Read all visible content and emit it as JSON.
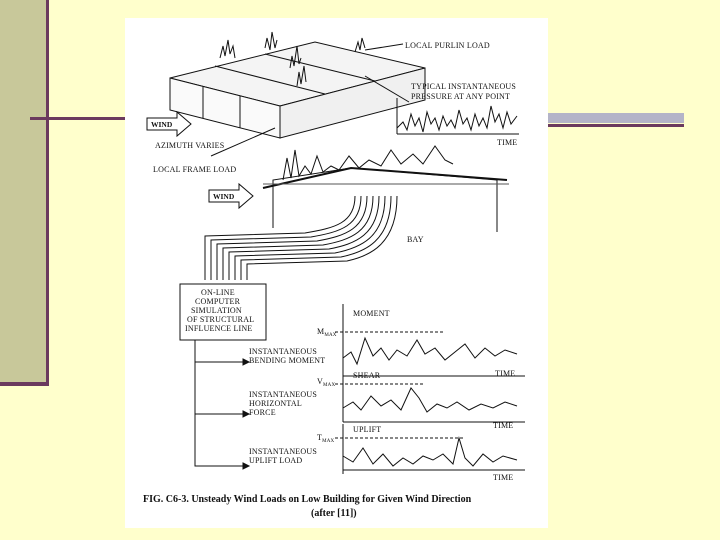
{
  "labels": {
    "local_purlin_load": "LOCAL PURLIN LOAD",
    "typical_pressure_1": "TYPICAL INSTANTANEOUS",
    "typical_pressure_2": "PRESSURE AT ANY POINT",
    "time_top": "TIME",
    "wind_1": "WIND",
    "azimuth": "AZIMUTH VARIES",
    "local_frame_load": "LOCAL FRAME LOAD",
    "wind_2": "WIND",
    "bay": "BAY",
    "computer_1": "ON-LINE",
    "computer_2": "COMPUTER",
    "computer_3": "SIMULATION",
    "computer_4": "OF STRUCTURAL",
    "computer_5": "INFLUENCE LINE",
    "moment": "MOMENT",
    "m_max": "M",
    "m_max_sub": "MAX",
    "bending_1": "INSTANTANEOUS",
    "bending_2": "BENDING MOMENT",
    "time_1": "TIME",
    "shear": "SHEAR",
    "v_max": "V",
    "v_max_sub": "MAX",
    "horizontal_1": "INSTANTANEOUS",
    "horizontal_2": "HORIZONTAL",
    "horizontal_3": "FORCE",
    "time_2": "TIME",
    "uplift": "UPLIFT",
    "t_max": "T",
    "t_max_sub": "MAX",
    "uplift_load_1": "INSTANTANEOUS",
    "uplift_load_2": "UPLIFT LOAD",
    "time_3": "TIME"
  },
  "caption": {
    "line1": "FIG. C6-3. Unsteady Wind Loads on Low Building for Given Wind Direction",
    "line2": "(after [11])"
  },
  "colors": {
    "background": "#ffffcc",
    "sidebar": "#c8c89a",
    "accent_rule": "#6b3a5e",
    "grey_rule": "#b4b4c8"
  }
}
